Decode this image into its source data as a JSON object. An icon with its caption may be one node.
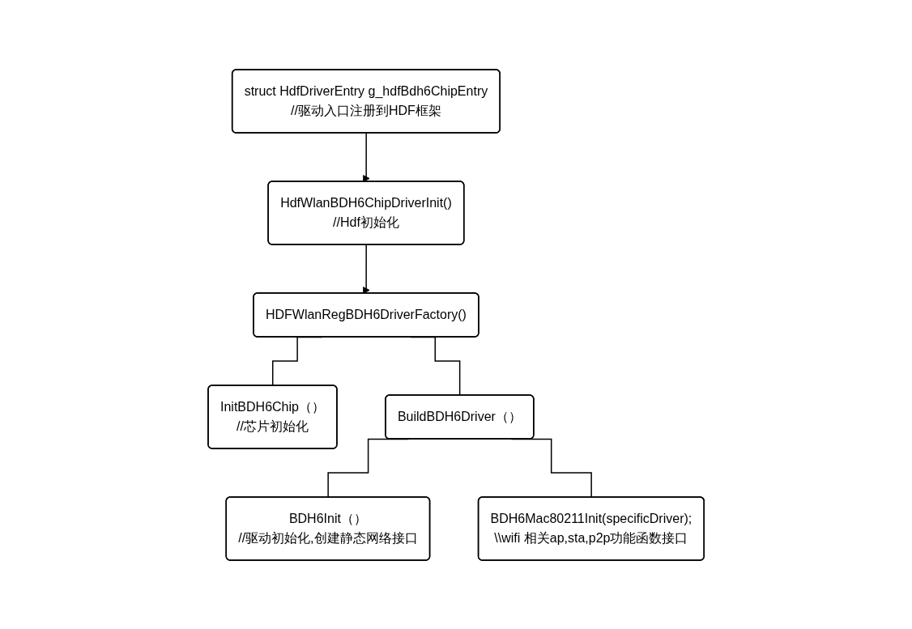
{
  "diagram": {
    "nodes": [
      {
        "text": [
          "struct HdfDriverEntry g_hdfBdh6ChipEntry",
          "//驱动入口注册到HDF框架"
        ]
      },
      {
        "text": [
          "HdfWlanBDH6ChipDriverInit()",
          "//Hdf初始化"
        ]
      },
      {
        "text": [
          "HDFWlanRegBDH6DriverFactory()"
        ]
      },
      {
        "text": [
          "InitBDH6Chip（）",
          "//芯片初始化"
        ]
      },
      {
        "text": [
          "BuildBDH6Driver（）"
        ]
      },
      {
        "text": [
          "BDH6Init（）",
          "//驱动初始化,创建静态网络接口"
        ]
      },
      {
        "text": [
          "BDH6Mac80211Init(specificDriver);",
          "\\\\wifi 相关ap,sta,p2p功能函数接口"
        ]
      }
    ],
    "edges": [
      {
        "from": 0,
        "to": 1,
        "arrow": "to"
      },
      {
        "from": 1,
        "to": 2,
        "arrow": "to"
      },
      {
        "from": 2,
        "to": 3,
        "arrow": "none"
      },
      {
        "from": 2,
        "to": 4,
        "arrow": "none"
      },
      {
        "from": 4,
        "to": 5,
        "arrow": "none"
      },
      {
        "from": 4,
        "to": 6,
        "arrow": "none"
      }
    ]
  }
}
